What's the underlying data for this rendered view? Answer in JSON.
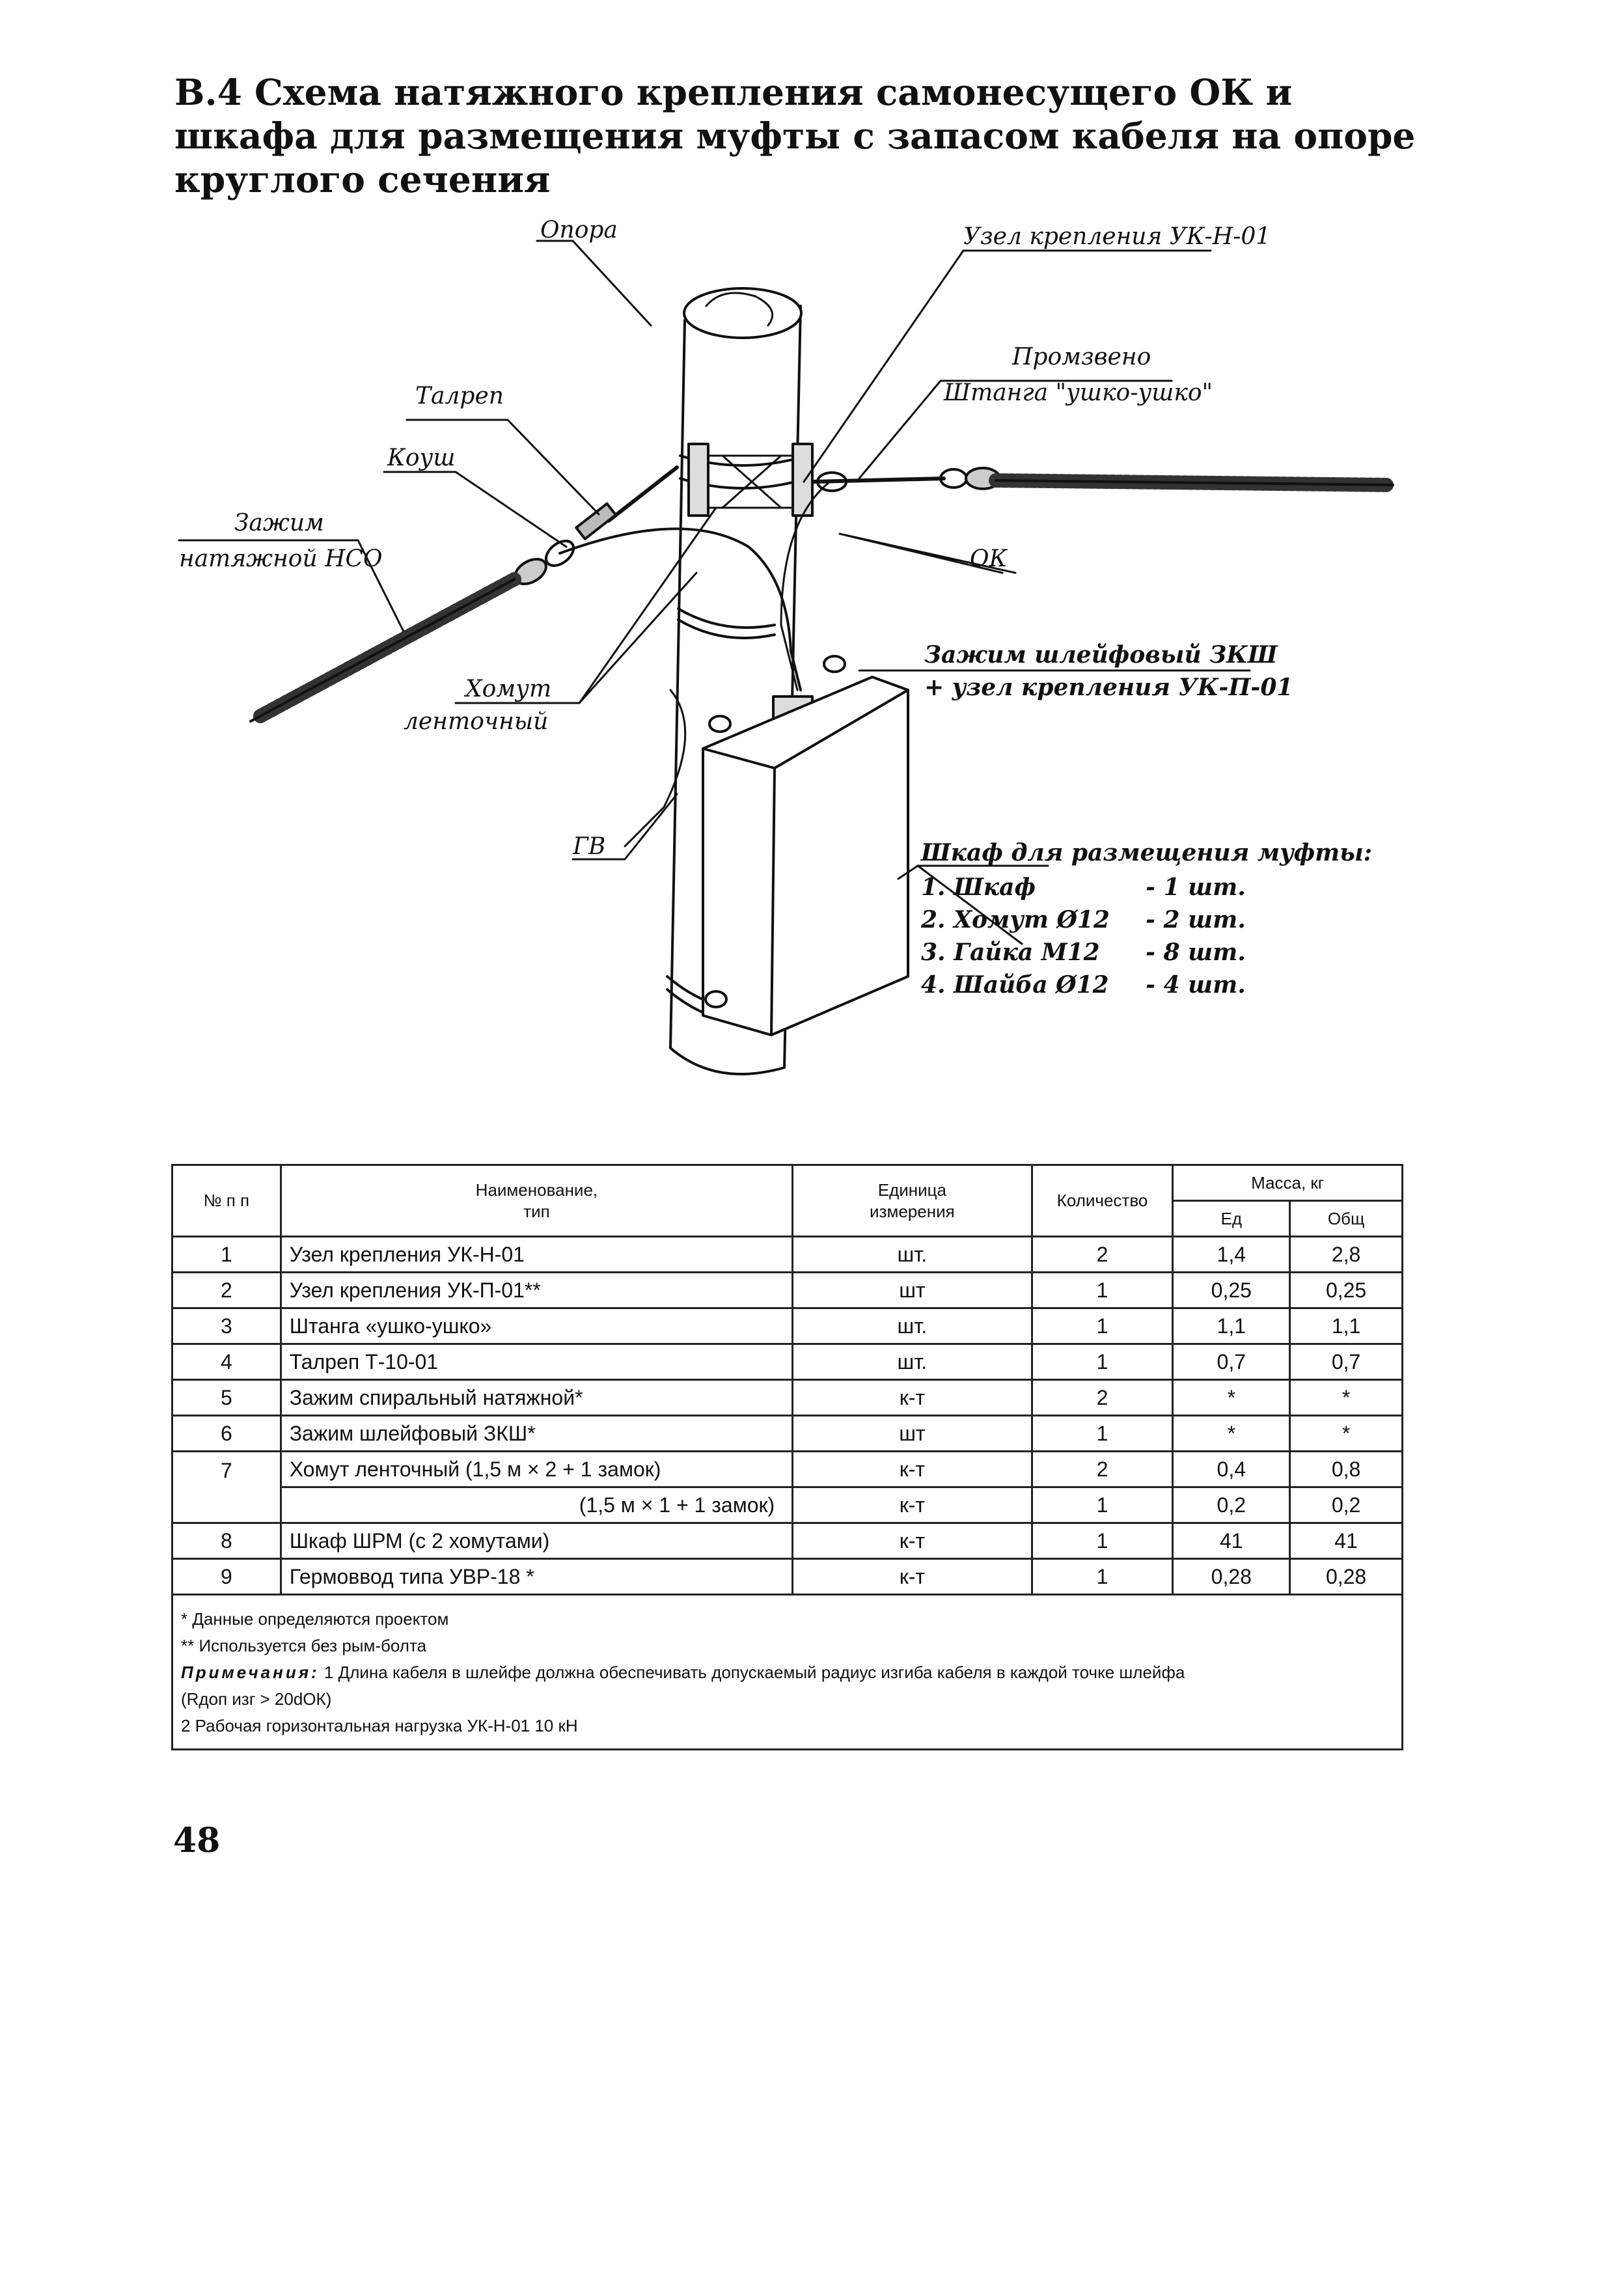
{
  "title": "В.4 Схема натяжного крепления самонесущего ОК и шкафа для размещения муфты с запасом кабеля на опоре круглого сечения",
  "diagram": {
    "labels": {
      "pole": "Опора",
      "node_uk_n": "Узел крепления УК-Н-01",
      "pozveno": "Промзвено",
      "shtanga": "Штанга \"ушко-ушко\"",
      "talrep": "Талреп",
      "koush": "Коуш",
      "zazhim_1": "Зажим",
      "zazhim_2": "натяжной НСО",
      "ok": "ОК",
      "zksh_1": "Зажим шлейфовый ЗКШ",
      "zksh_2": "+ узел крепления УК-П-01",
      "khomut_1": "Хомут",
      "khomut_2": "ленточный",
      "gv": "ГВ"
    },
    "cabinet_list": {
      "heading": "Шкаф для размещения муфты:",
      "items": [
        {
          "name": "1. Шкаф",
          "qty": "- 1 шт."
        },
        {
          "name": "2. Хомут Ø12",
          "qty": "- 2 шт."
        },
        {
          "name": "3. Гайка М12",
          "qty": "- 8 шт."
        },
        {
          "name": "4. Шайба Ø12",
          "qty": "- 4 шт."
        }
      ]
    }
  },
  "table": {
    "headers": {
      "num": "№ п п",
      "name_1": "Наименование,",
      "name_2": "тип",
      "unit_1": "Единица",
      "unit_2": "измерения",
      "qty": "Количество",
      "mass": "Масса, кг",
      "mass_unit": "Ед",
      "mass_total": "Общ"
    },
    "rows": [
      {
        "num": "1",
        "name": "Узел крепления УК-Н-01",
        "unit": "шт.",
        "qty": "2",
        "m_unit": "1,4",
        "m_total": "2,8"
      },
      {
        "num": "2",
        "name": "Узел крепления УК-П-01**",
        "unit": "шт",
        "qty": "1",
        "m_unit": "0,25",
        "m_total": "0,25"
      },
      {
        "num": "3",
        "name": "Штанга «ушко-ушко»",
        "unit": "шт.",
        "qty": "1",
        "m_unit": "1,1",
        "m_total": "1,1"
      },
      {
        "num": "4",
        "name": "Талреп Т-10-01",
        "unit": "шт.",
        "qty": "1",
        "m_unit": "0,7",
        "m_total": "0,7"
      },
      {
        "num": "5",
        "name": "Зажим спиральный натяжной*",
        "unit": "к-т",
        "qty": "2",
        "m_unit": "*",
        "m_total": "*"
      },
      {
        "num": "6",
        "name": "Зажим шлейфовый ЗКШ*",
        "unit": "шт",
        "qty": "1",
        "m_unit": "*",
        "m_total": "*"
      },
      {
        "num": "7",
        "name": "Хомут ленточный (1,5 м × 2 + 1 замок)",
        "unit": "к-т",
        "qty": "2",
        "m_unit": "0,4",
        "m_total": "0,8"
      },
      {
        "num": "",
        "name": "(1,5 м × 1 + 1 замок)",
        "unit": "к-т",
        "qty": "1",
        "m_unit": "0,2",
        "m_total": "0,2"
      },
      {
        "num": "8",
        "name": "Шкаф ШРМ (с 2 хомутами)",
        "unit": "к-т",
        "qty": "1",
        "m_unit": "41",
        "m_total": "41"
      },
      {
        "num": "9",
        "name": "Гермоввод типа УВР-18 *",
        "unit": "к-т",
        "qty": "1",
        "m_unit": "0,28",
        "m_total": "0,28"
      }
    ],
    "notes": {
      "n1": "* Данные определяются проектом",
      "n2": "** Используется без рым-болта",
      "label": "Примечания:",
      "p1": "1 Длина кабеля в шлейфе должна обеспечивать допускаемый радиус изгиба кабеля в каждой точке шлейфа",
      "p1_formula": "(Rдоп изг > 20dОК)",
      "p2": "2 Рабочая горизонтальная нагрузка УК-Н-01 10 кН"
    }
  },
  "page_number": "48"
}
